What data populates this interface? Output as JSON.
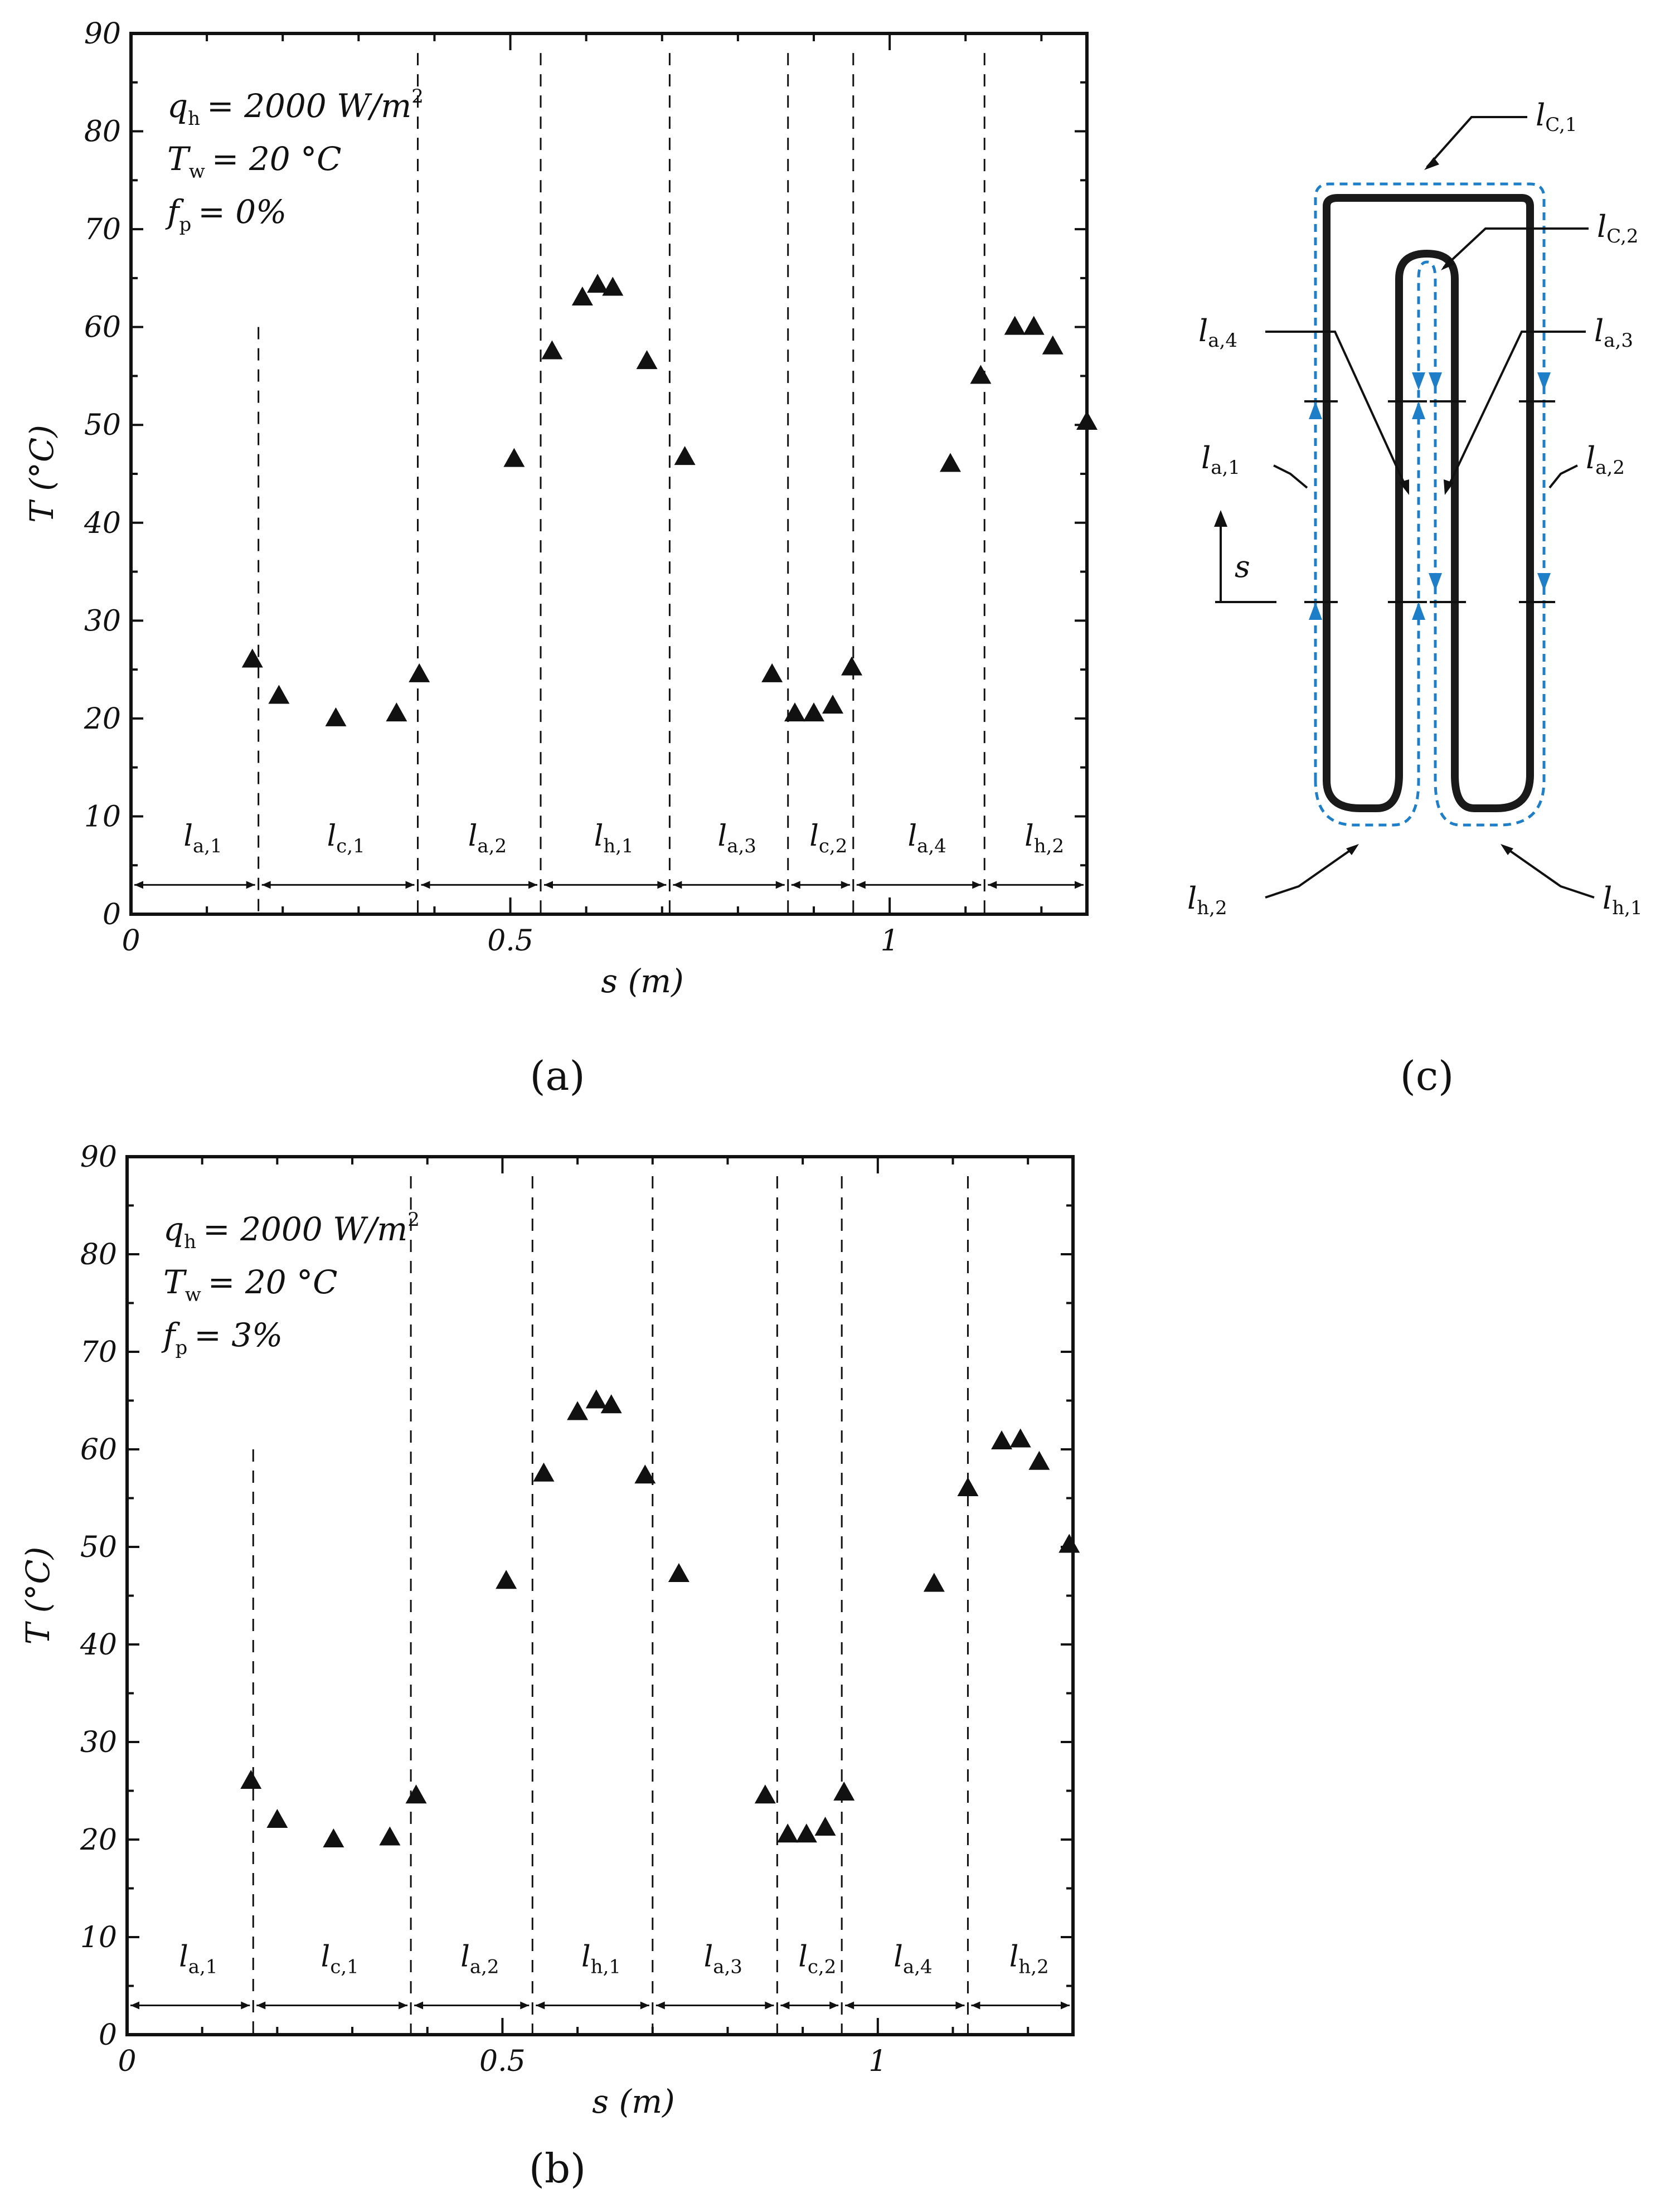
{
  "chart_data": [
    {
      "type": "scatter",
      "panel": "(a)",
      "xlabel": "s (m)",
      "ylabel": "T (°C)",
      "xlim": [
        0,
        1.26
      ],
      "ylim": [
        0,
        90
      ],
      "xticks": [
        "0",
        "0.5",
        "1"
      ],
      "yticks": [
        "0",
        "10",
        "20",
        "30",
        "40",
        "50",
        "60",
        "70",
        "80",
        "90"
      ],
      "annotations": [
        "q",
        "h",
        "= 2000 W/m",
        "2",
        "T",
        "w",
        "= 20 °C",
        "f",
        "p",
        "= 0%"
      ],
      "segments": [
        {
          "label": "l",
          "sub": "a,1",
          "start": 0.0,
          "end": 0.168
        },
        {
          "label": "l",
          "sub": "c,1",
          "start": 0.168,
          "end": 0.378
        },
        {
          "label": "l",
          "sub": "a,2",
          "start": 0.378,
          "end": 0.54
        },
        {
          "label": "l",
          "sub": "h,1",
          "start": 0.54,
          "end": 0.71
        },
        {
          "label": "l",
          "sub": "a,3",
          "start": 0.71,
          "end": 0.866
        },
        {
          "label": "l",
          "sub": "c,2",
          "start": 0.866,
          "end": 0.952
        },
        {
          "label": "l",
          "sub": "a,4",
          "start": 0.952,
          "end": 1.125
        },
        {
          "label": "l",
          "sub": "h,2",
          "start": 1.125,
          "end": 1.26
        }
      ],
      "series": [
        {
          "x": [
            0.16,
            0.195,
            0.27,
            0.35,
            0.38,
            0.505,
            0.555,
            0.595,
            0.615,
            0.635,
            0.68,
            0.73,
            0.845,
            0.875,
            0.9,
            0.925,
            0.95,
            1.08,
            1.12,
            1.165,
            1.19,
            1.215,
            1.26
          ],
          "y": [
            26,
            22.3,
            20,
            20.5,
            24.5,
            46.5,
            57.5,
            63,
            64.3,
            64,
            56.5,
            46.7,
            24.5,
            20.5,
            20.5,
            21.3,
            25.2,
            46,
            55,
            60,
            60,
            58,
            50.3
          ]
        }
      ]
    },
    {
      "type": "scatter",
      "panel": "(b)",
      "xlabel": "s (m)",
      "ylabel": "T (°C)",
      "xlim": [
        0,
        1.26
      ],
      "ylim": [
        0,
        90
      ],
      "xticks": [
        "0",
        "0.5",
        "1"
      ],
      "yticks": [
        "0",
        "10",
        "20",
        "30",
        "40",
        "50",
        "60",
        "70",
        "80",
        "90"
      ],
      "annotations": [
        "q",
        "h",
        "= 2000 W/m",
        "2",
        "T",
        "w",
        "= 20 °C",
        "f",
        "p",
        "= 3%"
      ],
      "segments": [
        {
          "label": "l",
          "sub": "a,1",
          "start": 0.0,
          "end": 0.168
        },
        {
          "label": "l",
          "sub": "c,1",
          "start": 0.168,
          "end": 0.378
        },
        {
          "label": "l",
          "sub": "a,2",
          "start": 0.378,
          "end": 0.54
        },
        {
          "label": "l",
          "sub": "h,1",
          "start": 0.54,
          "end": 0.7
        },
        {
          "label": "l",
          "sub": "a,3",
          "start": 0.7,
          "end": 0.866
        },
        {
          "label": "l",
          "sub": "c,2",
          "start": 0.866,
          "end": 0.952
        },
        {
          "label": "l",
          "sub": "a,4",
          "start": 0.952,
          "end": 1.12
        },
        {
          "label": "l",
          "sub": "h,2",
          "start": 1.12,
          "end": 1.26
        }
      ],
      "series": [
        {
          "x": [
            0.165,
            0.2,
            0.275,
            0.35,
            0.385,
            0.505,
            0.555,
            0.6,
            0.625,
            0.645,
            0.69,
            0.735,
            0.85,
            0.88,
            0.905,
            0.93,
            0.955,
            1.075,
            1.12,
            1.165,
            1.19,
            1.215,
            1.255
          ],
          "y": [
            26,
            22,
            20,
            20.2,
            24.5,
            46.5,
            57.5,
            63.8,
            65,
            64.5,
            57.3,
            47.2,
            24.5,
            20.5,
            20.5,
            21.2,
            24.8,
            46.2,
            56,
            60.8,
            61,
            58.7,
            50.2
          ]
        }
      ]
    }
  ],
  "panels": {
    "a": "(a)",
    "b": "(b)",
    "c": "(c)"
  },
  "diagram": {
    "labels": [
      {
        "base": "l",
        "sub": "C,1"
      },
      {
        "base": "l",
        "sub": "C,2"
      },
      {
        "base": "l",
        "sub": "a,4"
      },
      {
        "base": "l",
        "sub": "a,3"
      },
      {
        "base": "l",
        "sub": "a,1"
      },
      {
        "base": "l",
        "sub": "a,2"
      },
      {
        "base": "l",
        "sub": "h,2"
      },
      {
        "base": "l",
        "sub": "h,1"
      }
    ],
    "axis_symbol": "s",
    "pipe_color": "#1a1a1a",
    "flow_color": "#1e7fc8"
  }
}
